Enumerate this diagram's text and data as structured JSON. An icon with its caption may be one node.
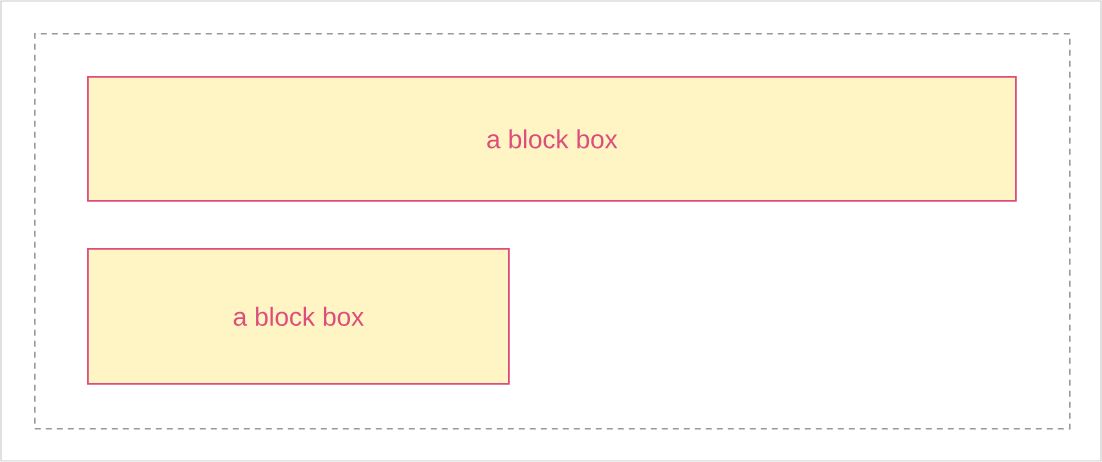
{
  "diagram": {
    "nodes": [
      {
        "text": [],
        "shape": "box"
      },
      {
        "text": [
          "a block box"
        ],
        "in": 0
      },
      {
        "text": [
          "a block box"
        ],
        "in": 0
      }
    ]
  }
}
